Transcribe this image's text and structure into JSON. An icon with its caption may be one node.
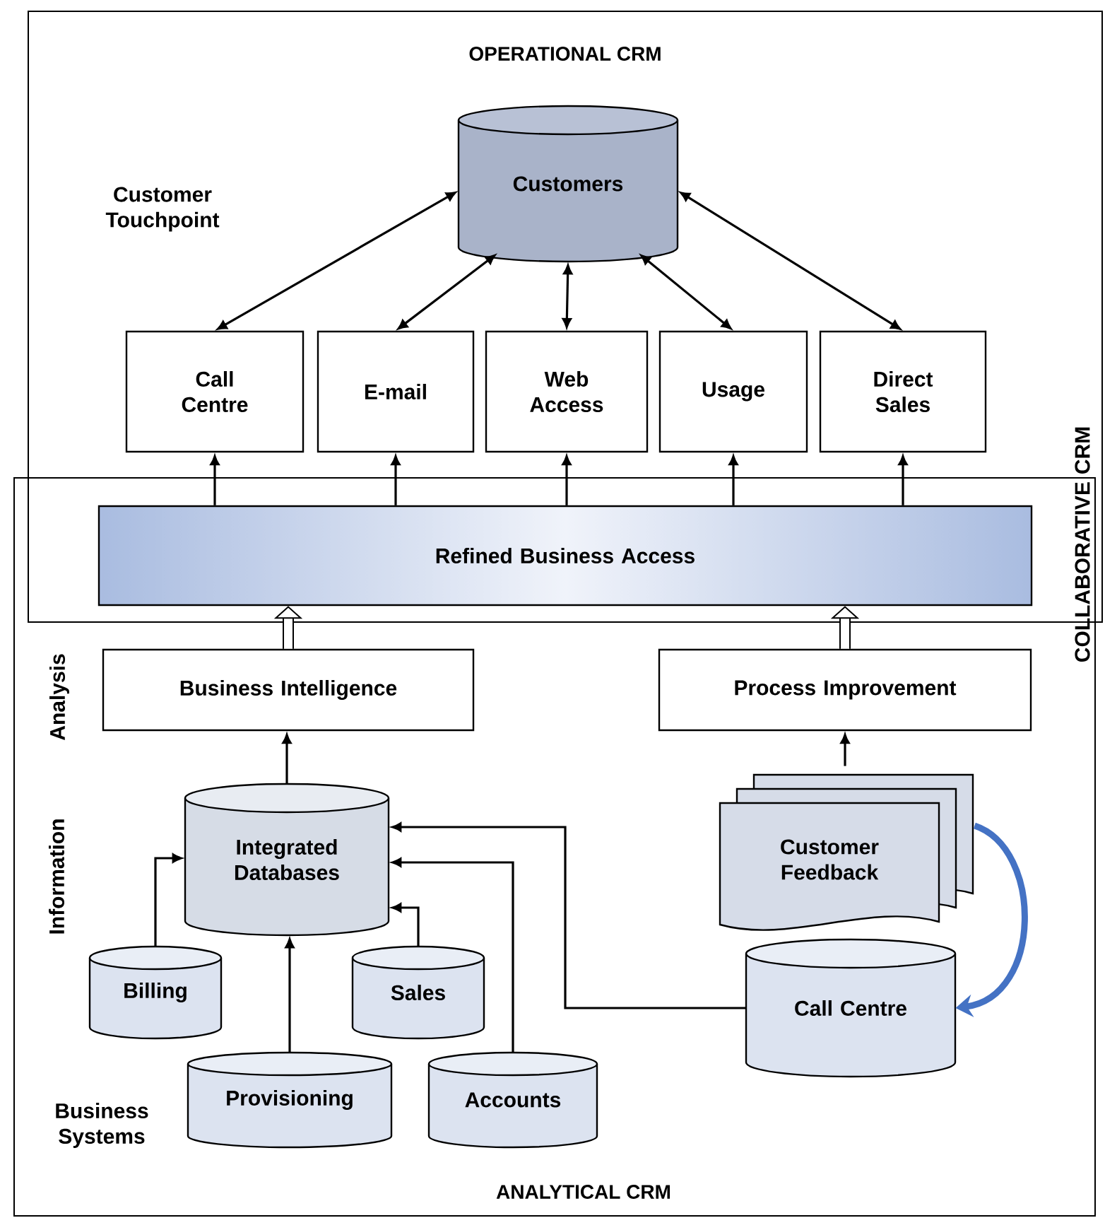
{
  "diagram": {
    "nodes": [
      {
        "text": [
          "OPERATIONAL CRM"
        ]
      },
      {
        "text": [
          "Customers"
        ],
        "in": 0
      },
      {
        "text": [
          "Call Centre"
        ],
        "in": 0
      },
      {
        "text": [
          "E-mail"
        ],
        "in": 0
      },
      {
        "text": [
          "Web Access"
        ],
        "in": 0
      },
      {
        "text": [
          "Usage"
        ],
        "in": 0
      },
      {
        "text": [
          "Direct Sales"
        ],
        "in": 0
      },
      {
        "text": [
          "ANALYTICAL CRM"
        ]
      },
      {
        "text": [
          "Refined Business Access"
        ]
      },
      {
        "text": [
          "Business Intelligence"
        ],
        "in": 7
      },
      {
        "text": [
          "Process Improvement"
        ],
        "in": 7
      },
      {
        "text": [
          "Integrated Databases"
        ],
        "in": 7
      },
      {
        "text": [
          "Customer Feedback"
        ],
        "in": 7
      },
      {
        "text": [
          "Billing"
        ],
        "in": 7
      },
      {
        "text": [
          "Sales"
        ],
        "in": 7
      },
      {
        "text": [
          "Call Centre"
        ],
        "in": 7
      },
      {
        "text": [
          "Provisioning"
        ],
        "in": 7
      },
      {
        "text": [
          "Accounts"
        ],
        "in": 7
      }
    ],
    "edges": [
      {
        "from": 1,
        "to": 2,
        "arrow": "both"
      },
      {
        "from": 1,
        "to": 3,
        "arrow": "both"
      },
      {
        "from": 1,
        "to": 4,
        "arrow": "both"
      },
      {
        "from": 1,
        "to": 5,
        "arrow": "both"
      },
      {
        "from": 1,
        "to": 6,
        "arrow": "both"
      },
      {
        "from": 8,
        "to": 2,
        "arrow": "to"
      },
      {
        "from": 8,
        "to": 3,
        "arrow": "to"
      },
      {
        "from": 8,
        "to": 4,
        "arrow": "to"
      },
      {
        "from": 8,
        "to": 5,
        "arrow": "to"
      },
      {
        "from": 8,
        "to": 6,
        "arrow": "to"
      },
      {
        "from": 9,
        "to": 8,
        "arrow": "to",
        "style": "thick"
      },
      {
        "from": 10,
        "to": 8,
        "arrow": "to",
        "style": "thick"
      },
      {
        "from": 11,
        "to": 9,
        "arrow": "to"
      },
      {
        "from": 12,
        "to": 10,
        "arrow": "to"
      },
      {
        "from": 13,
        "to": 11,
        "arrow": "to"
      },
      {
        "from": 14,
        "to": 11,
        "arrow": "to"
      },
      {
        "from": 16,
        "to": 11,
        "arrow": "to"
      },
      {
        "from": 17,
        "to": 11,
        "arrow": "to"
      },
      {
        "from": 15,
        "to": 11,
        "arrow": "to"
      },
      {
        "from": 12,
        "to": 15,
        "arrow": "to",
        "style": "thick",
        "color": "#4472c4"
      }
    ],
    "labels": [
      "Customer Touchpoint",
      "COLLABORATIVE CRM",
      "Analysis",
      "Information",
      "Business Systems"
    ]
  }
}
